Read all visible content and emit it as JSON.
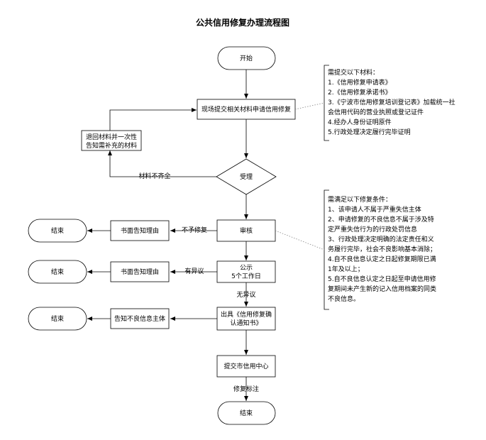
{
  "title": "公共信用修复办理流程图",
  "nodes": {
    "start": "开始",
    "submit": "现场提交相关材料申请信用修复",
    "return_materials": [
      "退回材料并一次性",
      "告知需补充的材料"
    ],
    "accept": "受理",
    "review": "审核",
    "publicity": [
      "公示",
      "5个工作日"
    ],
    "confirm_notice": [
      "出具《信用修复确",
      "认通知书》"
    ],
    "submit_center": "提交市信用中心",
    "end_main": "结束",
    "written_notice_1": "书面告知理由",
    "written_notice_2": "书面告知理由",
    "notify_subject": "告知不良信息主体",
    "end_1": "结束",
    "end_2": "结束",
    "end_3": "结束"
  },
  "edges": {
    "incomplete": "材料不齐全",
    "not_repair": "不予修复",
    "objection": "有异议",
    "no_objection": "无异议",
    "repair_mark": "修复标注"
  },
  "note1": {
    "lines": [
      "需提交以下材料：",
      "1.《信用修复申请表》",
      "2.《信用修复承诺书》",
      "3.《宁波市信用修复培训登记表》加载统一社",
      "会信用代码的营业执照或登记证件",
      "4.经办人身份证明原件",
      "5.行政处理决定履行完毕证明"
    ]
  },
  "note2": {
    "lines": [
      "需满足以下修复条件：",
      "1、该申请人不属于严重失信主体",
      "2、申请修复的不良信息不属于涉及特",
      "定严重失信行为的行政处罚信息",
      "3、行政处理决定明确的法定责任和义",
      "务履行完毕，社会不良影响基本消除；",
      "4.自不良信息认定之日起修复期限已满",
      "1年及以上；",
      "5.自不良信息认定之日起至申请信用修",
      "复期间未产生新的记入信用档案的同类",
      "不良信息。"
    ]
  }
}
